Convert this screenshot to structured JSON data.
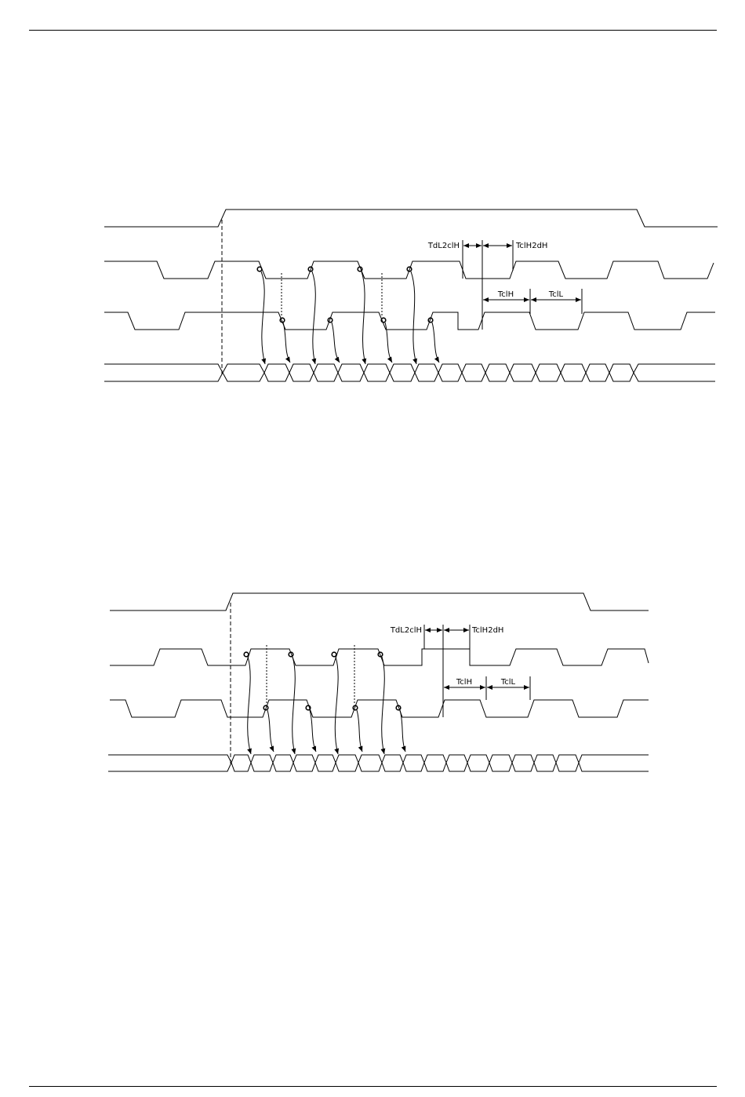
{
  "diagrams": [
    {
      "labels": {
        "tdl2clh": "TdL2clH",
        "tclh2dh": "TclH2dH",
        "tclh": "TclH",
        "tcll": "TclL"
      }
    },
    {
      "labels": {
        "tdl2clh": "TdL2clH",
        "tclh2dh": "TclH2dH",
        "tclh": "TclH",
        "tcll": "TclL"
      }
    }
  ]
}
